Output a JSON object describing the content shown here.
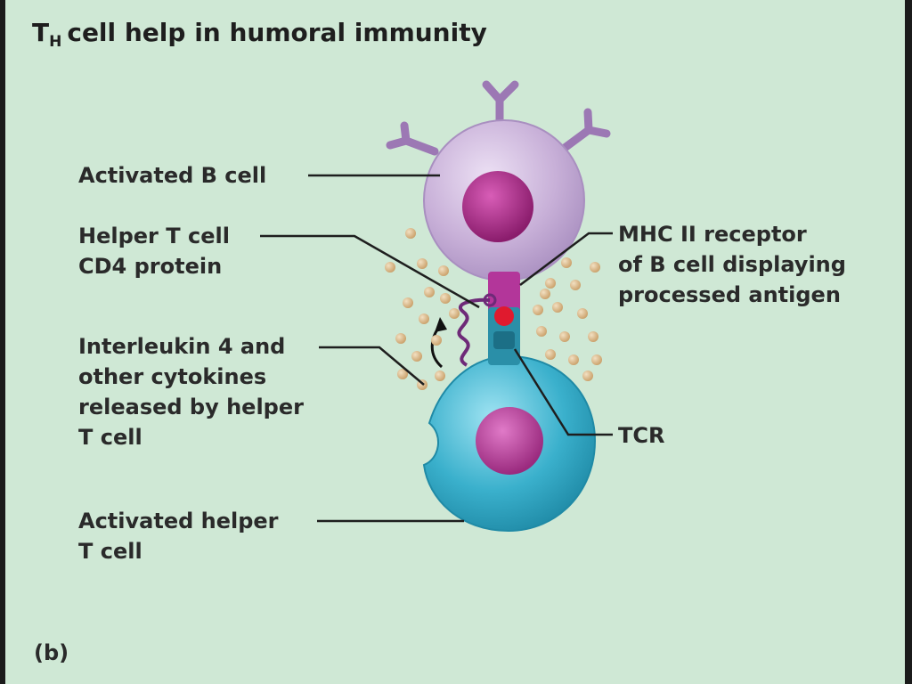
{
  "title": {
    "main": "T",
    "subscript": "H",
    "rest": "cell help in humoral immunity"
  },
  "labels": {
    "activated_b_cell": "Activated B cell",
    "helper_t_cd4_line1": "Helper T cell",
    "helper_t_cd4_line2": "CD4 protein",
    "mhc_line1": "MHC II receptor",
    "mhc_line2": "of B cell displaying",
    "mhc_line3": "processed antigen",
    "il4_line1": "Interleukin 4 and",
    "il4_line2": "other cytokines",
    "il4_line3": "released by helper",
    "il4_line4": "T cell",
    "tcr": "TCR",
    "activated_helper_line1": "Activated helper",
    "activated_helper_line2": "T cell"
  },
  "panel_label": "(b)",
  "colors": {
    "background": "#cfe8d5",
    "b_cell": "#c8b0d8",
    "b_cell_nucleus": "#a3267f",
    "t_cell": "#3ab0cc",
    "t_cell_nucleus": "#b0388f",
    "antigen": "#e01a2e",
    "cytokine": "#d9b98a",
    "leader": "#1e1e1e"
  }
}
